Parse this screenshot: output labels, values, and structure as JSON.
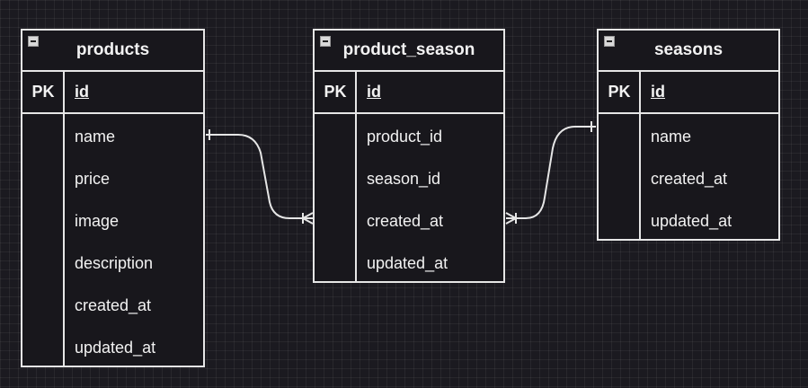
{
  "colors": {
    "background": "#1b1a20",
    "stroke": "#e6e6e6",
    "text": "#f2f2f2"
  },
  "entities": [
    {
      "title": "products",
      "pk_label": "PK",
      "pk_field": "id",
      "fields": [
        "name",
        "price",
        "image",
        "description",
        "created_at",
        "updated_at"
      ]
    },
    {
      "title": "product_season",
      "pk_label": "PK",
      "pk_field": "id",
      "fields": [
        "product_id",
        "season_id",
        "created_at",
        "updated_at"
      ]
    },
    {
      "title": "seasons",
      "pk_label": "PK",
      "pk_field": "id",
      "fields": [
        "name",
        "created_at",
        "updated_at"
      ]
    }
  ],
  "relationships": [
    {
      "from": "products",
      "to": "product_season",
      "from_end": "one",
      "to_end": "many"
    },
    {
      "from": "seasons",
      "to": "product_season",
      "from_end": "one",
      "to_end": "many"
    }
  ]
}
